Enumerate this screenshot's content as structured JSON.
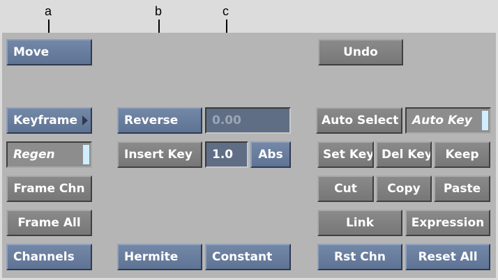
{
  "callouts": {
    "a": "a",
    "b": "b",
    "c": "c"
  },
  "buttons": {
    "move": "Move",
    "undo": "Undo",
    "keyframe": "Keyframe",
    "reverse": "Reverse",
    "auto_select": "Auto Select",
    "insert_key": "Insert Key",
    "abs": "Abs",
    "set_key": "Set Key",
    "del_key": "Del Key",
    "keep": "Keep",
    "frame_chn": "Frame Chn",
    "cut": "Cut",
    "copy": "Copy",
    "paste": "Paste",
    "frame_all": "Frame All",
    "link": "Link",
    "expression": "Expression",
    "channels": "Channels",
    "hermite": "Hermite",
    "constant": "Constant",
    "rst_chn": "Rst Chn",
    "reset_all": "Reset All"
  },
  "toggles": {
    "regen": "Regen",
    "auto_key": "Auto Key"
  },
  "fields": {
    "reverse_value": "0.00",
    "insert_key_value": "1.0"
  },
  "colors": {
    "blue_button": "#6a7e9f",
    "gray_button": "#808080",
    "toggle_indicator": "#cfefff",
    "panel_bg": "#b5b5b5"
  }
}
